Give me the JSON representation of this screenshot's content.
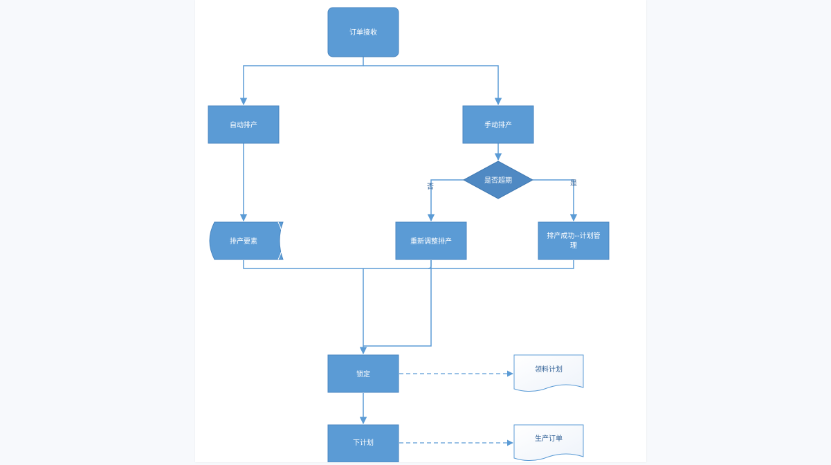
{
  "colors": {
    "node_fill": "#5b9bd5",
    "node_stroke": "#4a86c0",
    "decision_fill": "#4f89c3",
    "edge": "#5b9bd5",
    "doc_stroke": "#5b9bd5",
    "page_bg": "#f7f9fc",
    "canvas_bg": "#ffffff"
  },
  "nodes": {
    "order_receive": "订单接收",
    "auto_schedule": "自动排产",
    "manual_schedule": "手动排产",
    "overdue_check": "是否超期",
    "schedule_elements": "排产要素",
    "readjust": "重新调整排产",
    "success_line1": "排产成功--计划管",
    "success_line2": "理",
    "lock": "锁定",
    "issue_plan": "下计划",
    "material_plan": "领料计划",
    "production_order": "生产订单"
  },
  "edge_labels": {
    "no": "否",
    "yes": "是"
  }
}
